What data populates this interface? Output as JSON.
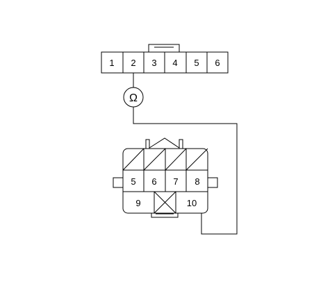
{
  "connector_top": {
    "pins": [
      "1",
      "2",
      "3",
      "4",
      "5",
      "6"
    ]
  },
  "meter": {
    "symbol": "Ω"
  },
  "connector_bottom": {
    "row_pins": [
      "5",
      "6",
      "7",
      "8"
    ],
    "pin_left": "9",
    "pin_right": "10"
  }
}
